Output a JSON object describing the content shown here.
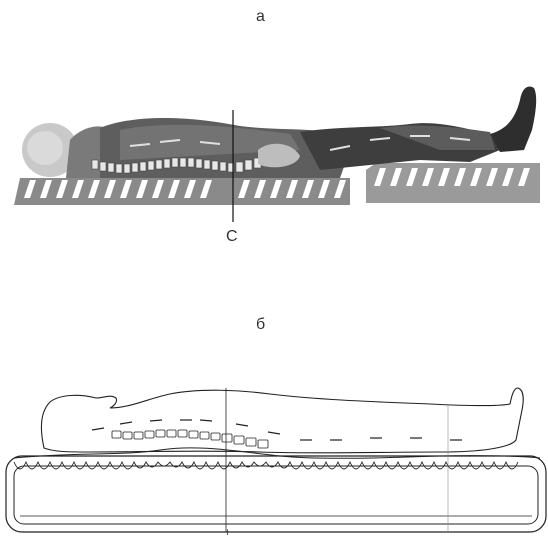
{
  "figure": {
    "panel_a_label": "а",
    "axis_label_c": "С",
    "panel_b_label": "б",
    "bottom_mark": "ı"
  }
}
